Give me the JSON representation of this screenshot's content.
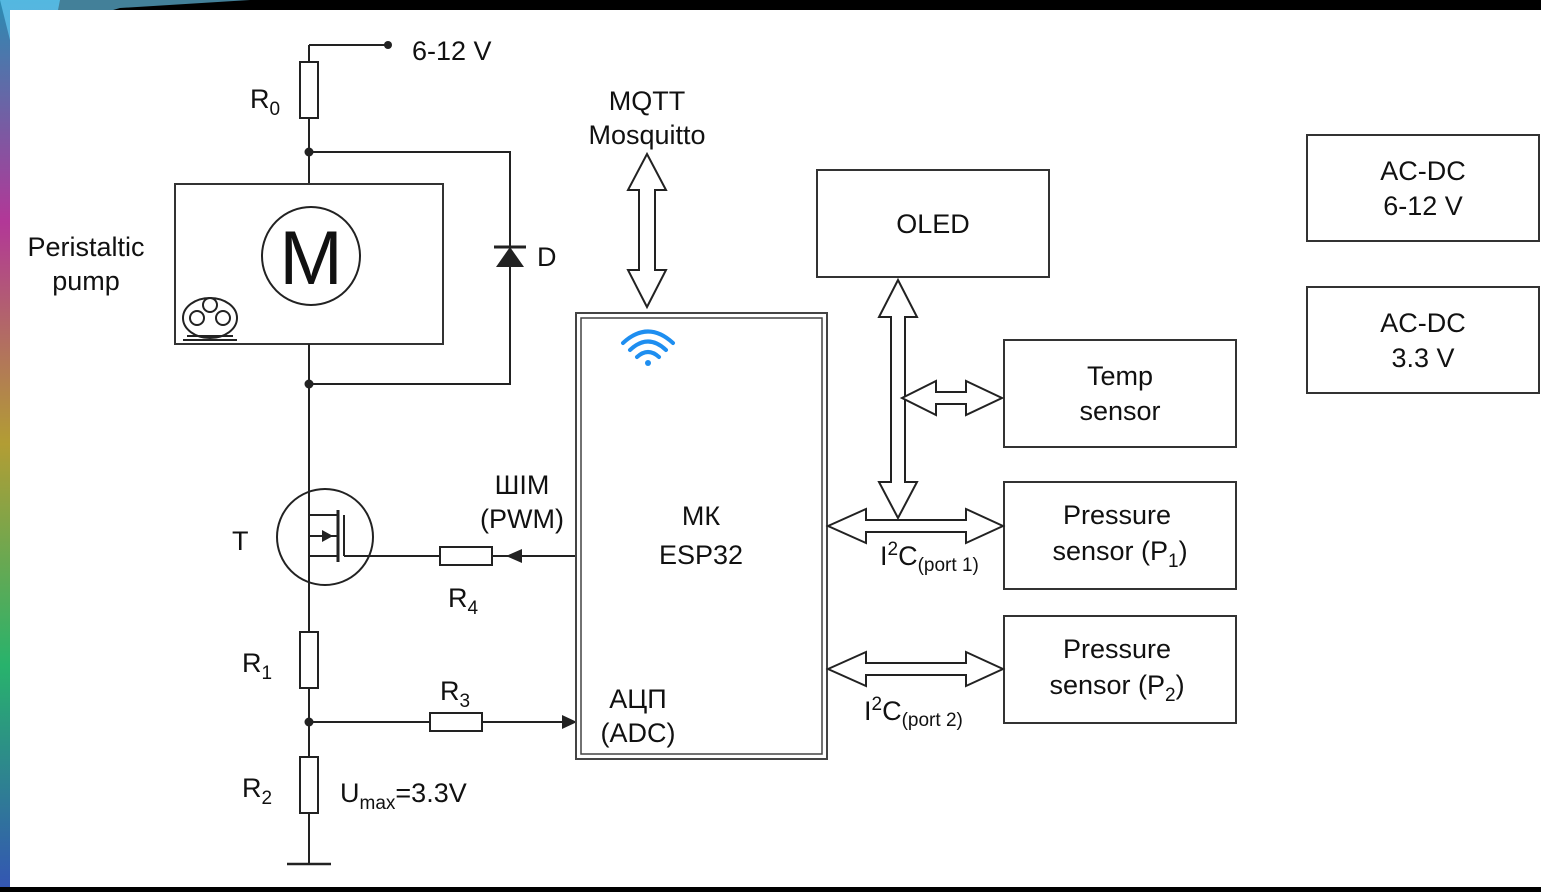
{
  "supply": {
    "label": "6-12 V"
  },
  "r0": {
    "letter": "R",
    "index": "0"
  },
  "pump": {
    "label_line1": "Peristaltic",
    "label_line2": "pump",
    "motor_letter": "M"
  },
  "diode": {
    "letter": "D"
  },
  "mqtt": {
    "line1": "MQTT",
    "line2": "Mosquitto"
  },
  "mcu": {
    "line1": "МК",
    "line2": "ESP32",
    "adc_line1": "АЦП",
    "adc_line2": "(ADC)"
  },
  "pwm": {
    "line1": "ШІМ",
    "line2": "(PWM)"
  },
  "transistor": {
    "letter": "T"
  },
  "r4": {
    "letter": "R",
    "index": "4"
  },
  "r1": {
    "letter": "R",
    "index": "1"
  },
  "r3": {
    "letter": "R",
    "index": "3"
  },
  "r2": {
    "letter": "R",
    "index": "2"
  },
  "umax": {
    "letter": "U",
    "sub": "max",
    "value": "=3.3V"
  },
  "oled": {
    "label": "OLED"
  },
  "temp_sensor": {
    "line1": "Temp",
    "line2": "sensor"
  },
  "pressure1": {
    "line1": "Pressure",
    "line2_prefix": "sensor (P",
    "index": "1",
    "close": ")"
  },
  "pressure2": {
    "line1": "Pressure",
    "line2_prefix": "sensor (P",
    "index": "2",
    "close": ")"
  },
  "i2c1": {
    "letter": "I",
    "sup": "2",
    "c": "C",
    "sub": "(port 1)"
  },
  "i2c2": {
    "letter": "I",
    "sup": "2",
    "c": "C",
    "sub": "(port 2)"
  },
  "acdc1": {
    "line1": "AC-DC",
    "line2": "6-12 V"
  },
  "acdc2": {
    "line1": "AC-DC",
    "line2": "3.3 V"
  },
  "colors": {
    "wifi": "#1e8ef0",
    "ink": "#222222"
  }
}
